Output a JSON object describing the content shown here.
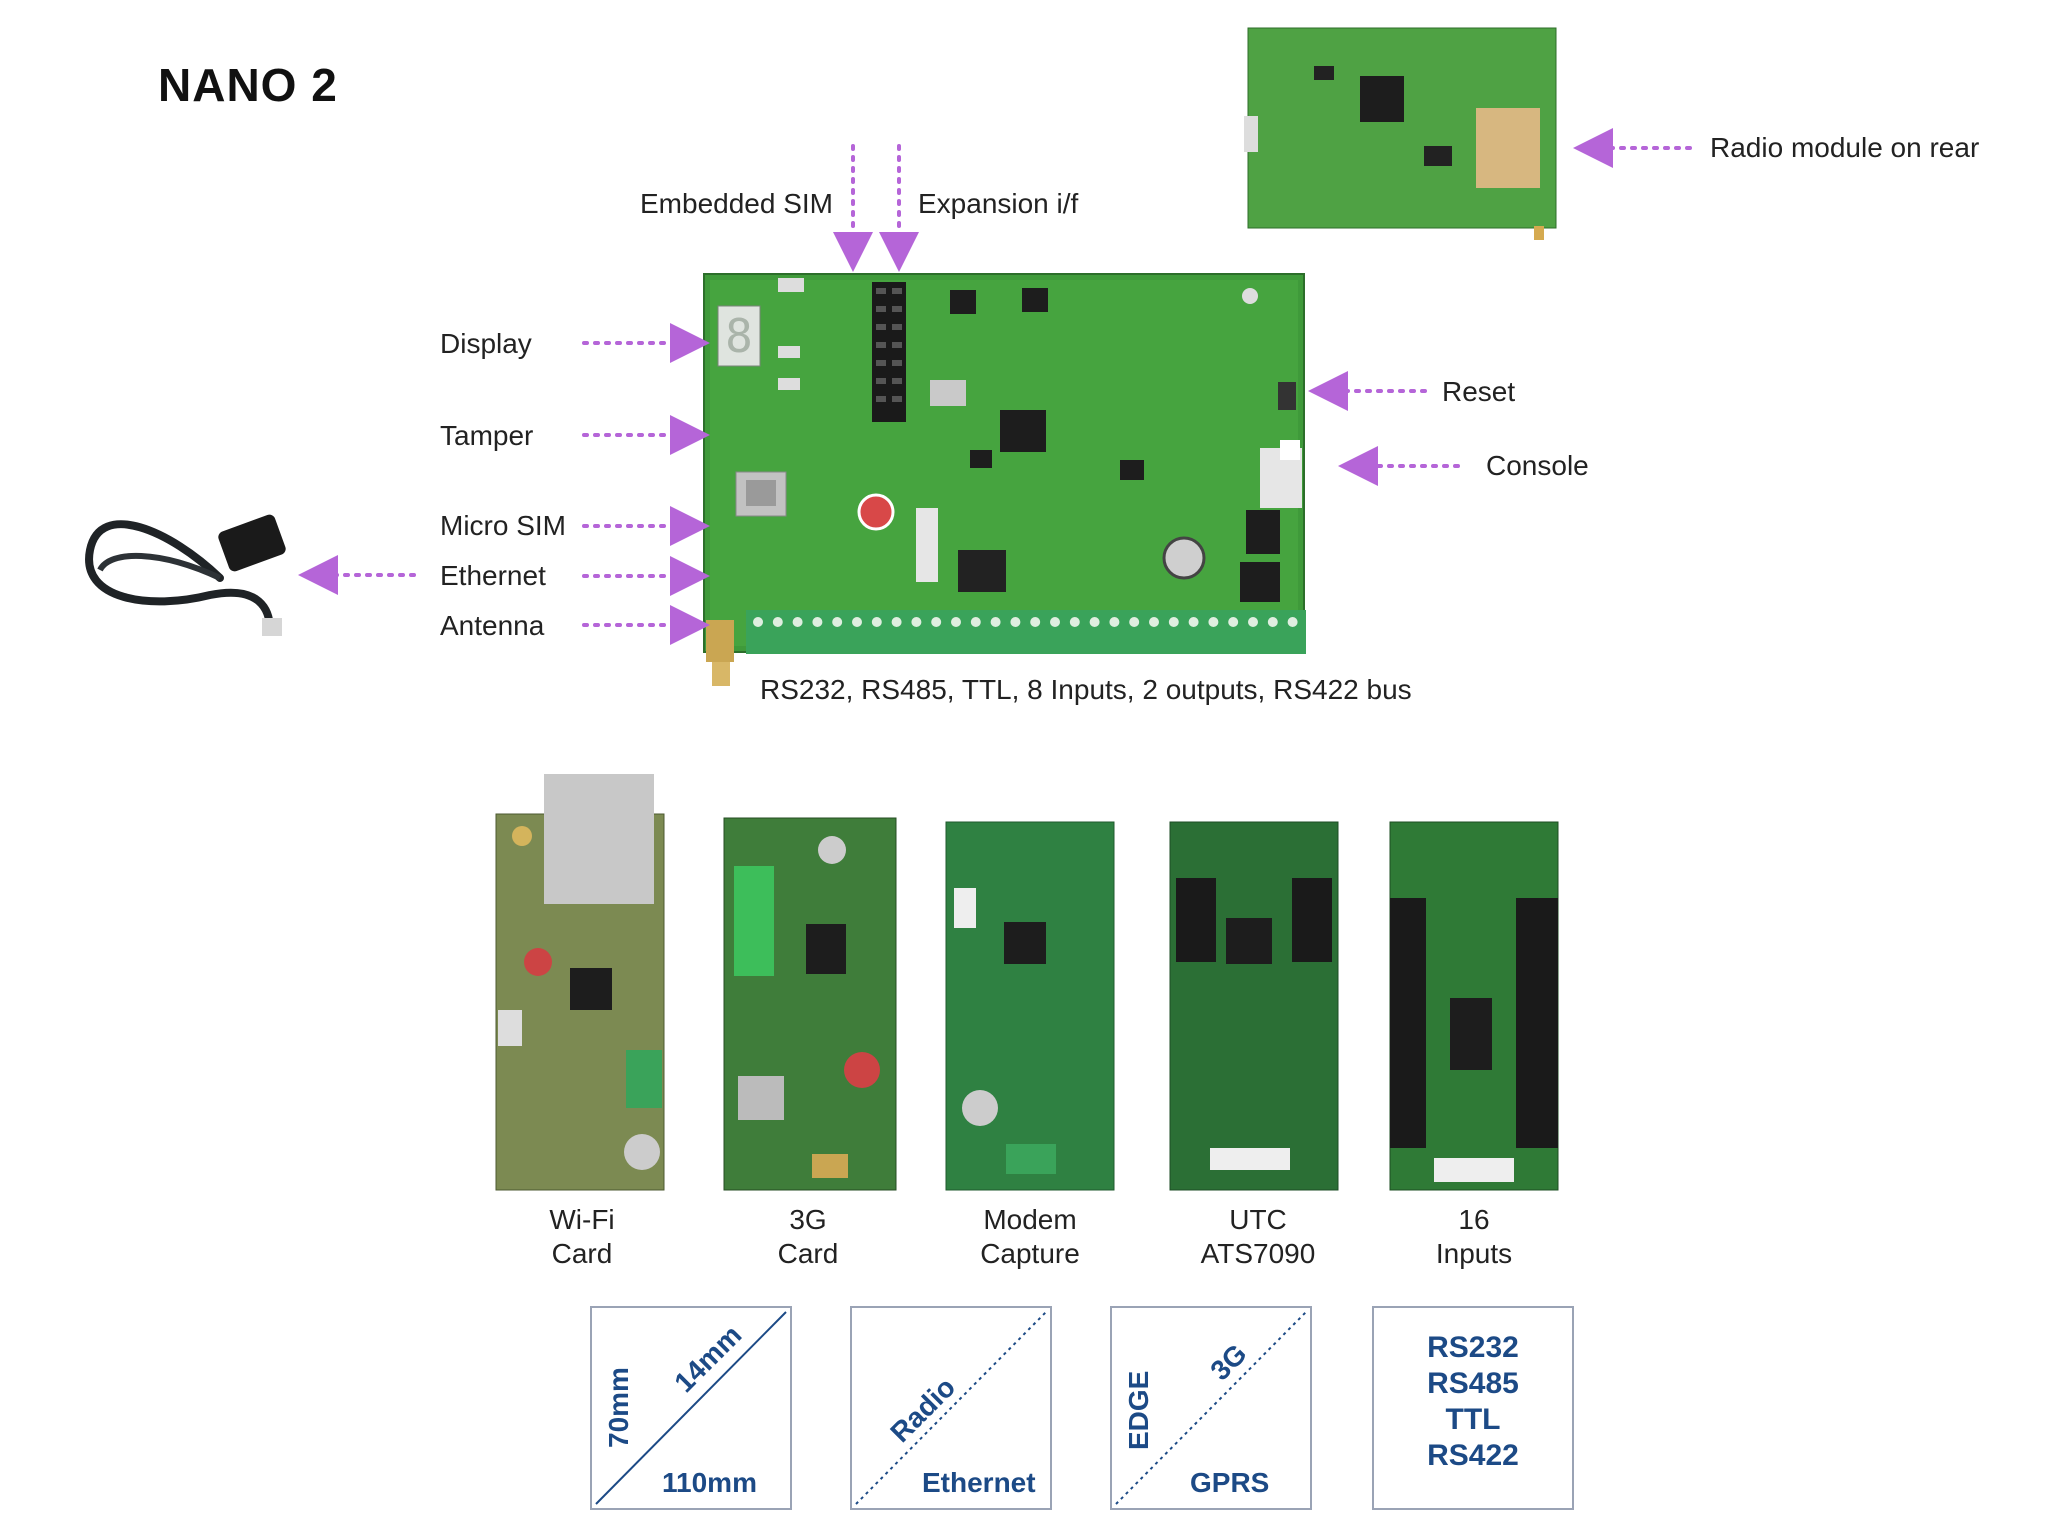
{
  "title": "NANO 2",
  "labels": {
    "radio_module": "Radio module on rear",
    "embedded_sim": "Embedded SIM",
    "expansion": "Expansion i/f",
    "display": "Display",
    "tamper": "Tamper",
    "micro_sim": "Micro SIM",
    "ethernet": "Ethernet",
    "antenna": "Antenna",
    "reset": "Reset",
    "console": "Console",
    "bus": "RS232, RS485, TTL, 8 Inputs, 2 outputs, RS422 bus"
  },
  "cards": [
    {
      "line1": "Wi-Fi",
      "line2": "Card"
    },
    {
      "line1": "3G",
      "line2": "Card"
    },
    {
      "line1": "Modem",
      "line2": "Capture"
    },
    {
      "line1": "UTC",
      "line2": "ATS7090"
    },
    {
      "line1": "16",
      "line2": "Inputs"
    }
  ],
  "icons": {
    "size": {
      "v": "70mm",
      "d": "14mm",
      "h": "110mm"
    },
    "radio": {
      "top": "Radio",
      "bottom": "Ethernet"
    },
    "mobile": {
      "v": "EDGE",
      "d": "3G",
      "h": "GPRS"
    },
    "serial": [
      "RS232",
      "RS485",
      "TTL",
      "RS422"
    ]
  },
  "colors": {
    "arrow": "#b565d8",
    "pcb": "#3f9a3a",
    "pcb_dark": "#2f6e2e",
    "terminal": "#3aa35a",
    "icon_text": "#1c4a86"
  }
}
